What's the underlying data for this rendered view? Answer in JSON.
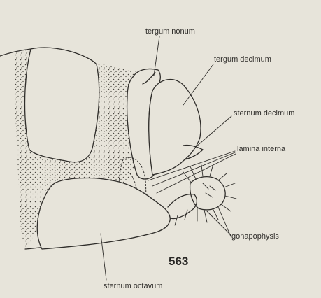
{
  "labels": {
    "tergum_nonum": "tergum nonum",
    "tergum_decimum": "tergum decimum",
    "sternum_decimum": "sternum decimum",
    "lamina_interna": "lamina interna",
    "gonapophysis": "gonapophysis",
    "sternum_octavum": "sternum octavum"
  },
  "figure_number": "563",
  "colors": {
    "background": "#e7e4da",
    "ink": "#2f2d2a",
    "stipple": "#4a4740"
  }
}
